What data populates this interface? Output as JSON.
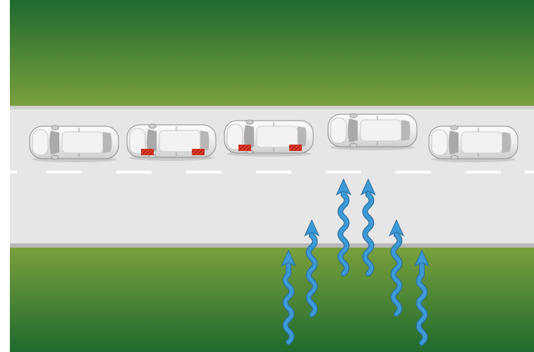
{
  "scene": {
    "colors": {
      "grass_light": "#6f9a3a",
      "grass_dark": "#1f6a2e",
      "road": "#e6e6e6",
      "road_edge": "#bdbdbd",
      "lane_marking": "#ffffff",
      "car_body": "#eeeeee",
      "car_glass": "#a9a9a9",
      "brake_light": "#e23b2b",
      "wind_arrow": "#3d9ad6"
    },
    "cars": [
      {
        "name": "car-1",
        "brake_lights": false
      },
      {
        "name": "car-2",
        "brake_lights": true
      },
      {
        "name": "car-3",
        "brake_lights": true
      },
      {
        "name": "car-4",
        "brake_lights": false
      },
      {
        "name": "car-5",
        "brake_lights": false
      }
    ],
    "wind_arrows": [
      {
        "name": "wind-arrow-1",
        "icon": "wavy-up-arrow-icon"
      },
      {
        "name": "wind-arrow-2",
        "icon": "wavy-up-arrow-icon"
      },
      {
        "name": "wind-arrow-3",
        "icon": "wavy-up-arrow-icon"
      },
      {
        "name": "wind-arrow-4",
        "icon": "wavy-up-arrow-icon"
      },
      {
        "name": "wind-arrow-5",
        "icon": "wavy-up-arrow-icon"
      },
      {
        "name": "wind-arrow-6",
        "icon": "wavy-up-arrow-icon"
      }
    ]
  }
}
